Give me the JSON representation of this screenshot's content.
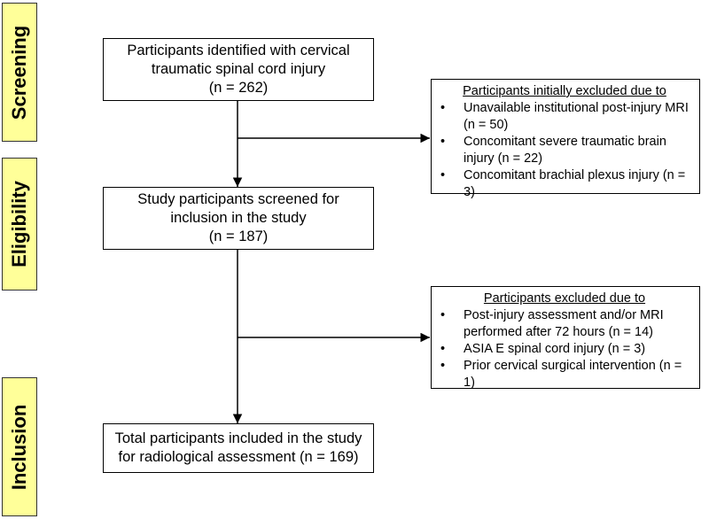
{
  "stages": [
    {
      "id": "screening",
      "label": "Screening"
    },
    {
      "id": "eligibility",
      "label": "Eligibility"
    },
    {
      "id": "inclusion",
      "label": "Inclusion"
    }
  ],
  "boxes": {
    "identified": {
      "lines": [
        "Participants identified with cervical",
        "traumatic spinal cord injury",
        "(n = 262)"
      ]
    },
    "screened": {
      "lines": [
        "Study participants screened for",
        "inclusion in the study",
        "(n = 187)"
      ]
    },
    "included": {
      "lines": [
        "Total participants included in the study",
        "for radiological assessment (n = 169)"
      ]
    }
  },
  "exclusions": {
    "initial": {
      "title": "Participants initially excluded due to",
      "items": [
        [
          "Unavailable institutional post-injury MRI",
          "(n = 50)"
        ],
        [
          "Concomitant severe traumatic brain",
          "injury (n = 22)"
        ],
        [
          "Concomitant brachial plexus injury (n =",
          "3)"
        ]
      ]
    },
    "second": {
      "title": "Participants excluded due to",
      "items": [
        [
          "Post-injury assessment and/or MRI",
          "performed after 72 hours (n = 14)"
        ],
        [
          "ASIA E spinal cord injury (n = 3)"
        ],
        [
          "Prior cervical surgical intervention (n =",
          "1)"
        ]
      ]
    }
  },
  "colors": {
    "stage_fill": "#ffff99",
    "stage_border": "#333333",
    "box_border": "#000000",
    "arrow": "#000000"
  }
}
